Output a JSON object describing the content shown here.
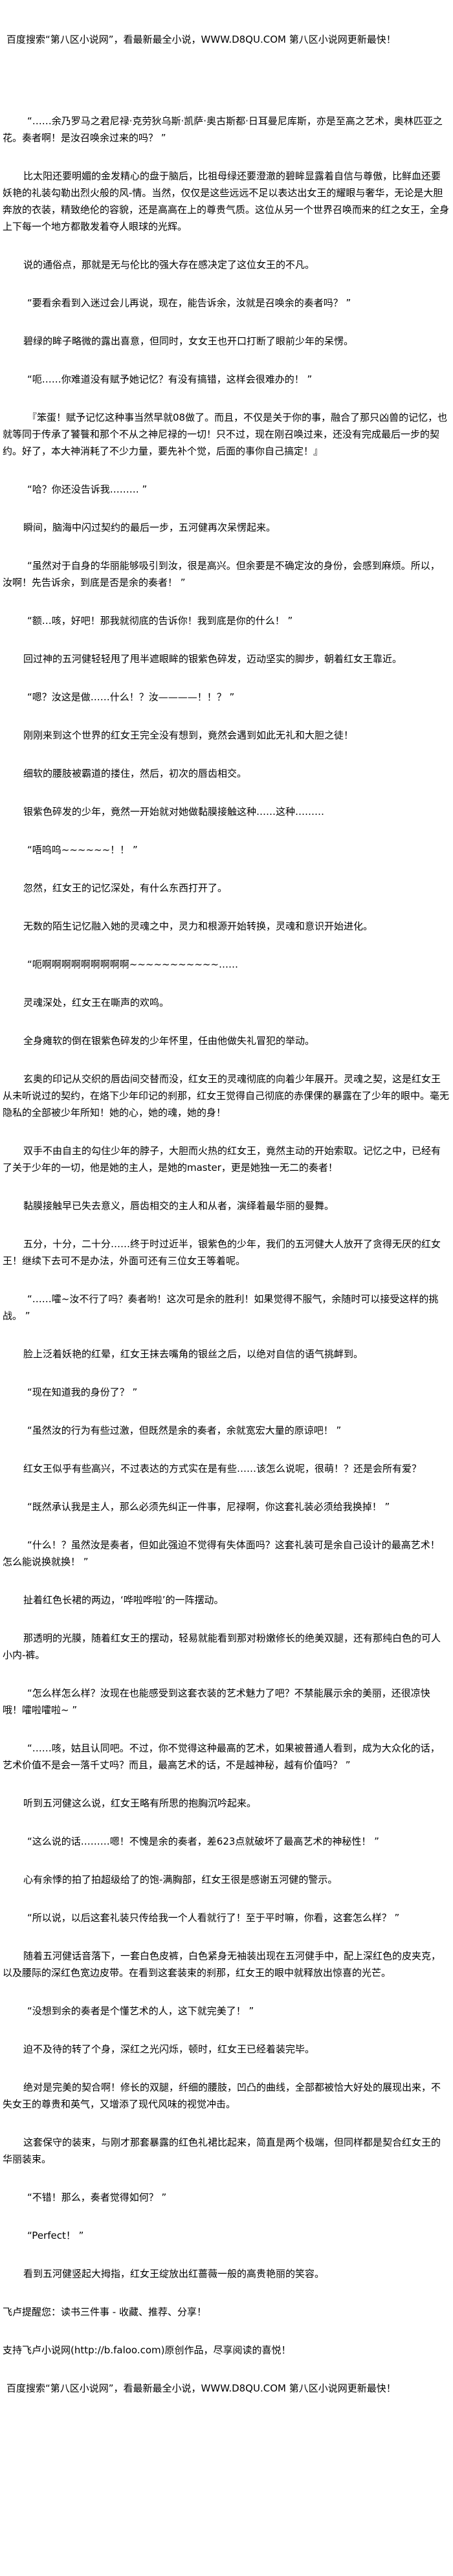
{
  "header": {
    "banner": "百度搜索“第八区小说网”，看最新最全小说，WWW.D8QU.COM   第八区小说网更新最快！"
  },
  "paragraphs": [
    "“……余乃罗马之君尼禄·克劳狄乌斯·凯萨·奥古斯都·日耳曼尼库斯，亦是至高之艺术，奥林匹亚之花。奏者啊！是汝召唤余过来的吗？ ”",
    "比太阳还要明媚的金发精心的盘于脑后，比祖母绿还要澄澈的碧眸显露着自信与尊傲，比鲜血还要妖艳的礼装勾勒出烈火般的风-情。当然，仅仅是这些远远不足以表达出女王的耀眼与奢华，无论是大胆奔放的衣装，精致绝伦的容貌，还是高高在上的尊贵气质。这位从另一个世界召唤而来的红之女王，全身上下每一个地方都散发着夺人眼球的光辉。",
    "说的通俗点，那就是无与伦比的强大存在感决定了这位女王的不凡。",
    "“要看余看到入迷过会儿再说，现在，能告诉余，汝就是召唤余的奏者吗？ ”",
    "碧绿的眸子略微的露出喜意，但同时，女女王也开口打断了眼前少年的呆愣。",
    "“呃……你难道没有赋予她记忆？有没有搞错，这样会很难办的！ ”",
    "『笨蛋！赋予记忆这种事当然早就08做了。而且，不仅是关于你的事，融合了那只凶兽的记忆，也就等同于传承了饕餮和那个不从之神尼禄的一切！只不过，现在刚召唤过来，还没有完成最后一步的契约。好了，本大神消耗了不少力量，要先补个觉，后面的事你自己搞定！』",
    "“哈？你还没告诉我……… ”",
    "瞬间，脑海中闪过契约的最后一步，五河健再次呆愣起来。",
    "“虽然对于自身的华丽能够吸引到汝，很是高兴。但余要是不确定汝的身份，会感到麻烦。所以，汝啊！先告诉余，到底是否是余的奏者！ ”",
    "“额…咳，好吧！那我就彻底的告诉你！我到底是你的什么！ ”",
    "回过神的五河健轻轻甩了甩半遮眼眸的银紫色碎发，迈动坚实的脚步，朝着红女王靠近。",
    "“嗯？汝这是做……什么！？汝————！！？ ”",
    "刚刚来到这个世界的红女王完全没有想到，竟然会遇到如此无礼和大胆之徒！",
    "细软的腰肢被霸道的搂住，然后，初次的唇齿相交。",
    "银紫色碎发的少年，竟然一开始就对她做黏膜接触这种……这种………",
    "“唔呜呜~~~~~~！！ ”",
    "忽然，红女王的记忆深处，有什么东西打开了。",
    "无数的陌生记忆融入她的灵魂之中，灵力和根源开始转换，灵魂和意识开始进化。",
    "“呃啊啊啊啊啊啊啊啊啊~~~~~~~~~~~……",
    "灵魂深处，红女王在嘶声的欢鸣。",
    "全身瘫软的倒在银紫色碎发的少年怀里，任由他做失礼冒犯的举动。",
    "玄奥的印记从交织的唇齿间交替而没，红女王的灵魂彻底的向着少年展开。灵魂之契，这是红女王从未听说过的契约，在烙下少年印记的刹那，红女王觉得自己彻底的赤倮倮的暴露在了少年的眼中。毫无隐私的全部被少年所知！她的心，她的魂，她的身！",
    "双手不由自主的勾住少年的脖子，大胆而火热的红女王，竟然主动的开始索取。记忆之中，已经有了关于少年的一切，他是她的主人，是她的master，更是她独一无二的奏者！",
    "黏膜接触早已失去意义，唇齿相交的主人和从者，演绎着最华丽的曼舞。",
    "五分，十分，二十分……终于时过近半，银紫色的少年，我们的五河健大人放开了贪得无厌的红女王！继续下去可不是办法，外面可还有三位女王等着呢。",
    "“……嚯~汝不行了吗？奏者哟！这次可是余的胜利！如果觉得不服气，余随时可以接受这样的挑战。 ”",
    "脸上泛着妖艳的红晕，红女王抹去嘴角的银丝之后，以绝对自信的语气挑衅到。",
    "“现在知道我的身份了？ ”",
    "“虽然汝的行为有些过激，但既然是余的奏者，余就宽宏大量的原谅吧！ ”",
    "红女王似乎有些高兴，不过表达的方式实在是有些……该怎么说呢，很萌！？还是会所有爱？",
    "“既然承认我是主人，那么必须先纠正一件事，尼禄啊，你这套礼装必须给我换掉！ ”",
    "“什么！？虽然汝是奏者，但如此强迫不觉得有失体面吗？这套礼装可是余自己设计的最高艺术！怎么能说换就换！ ”",
    "扯着红色长裙的两边，‘哗啦哗啦’的一阵摆动。",
    "那透明的光膜，随着红女王的摆动，轻易就能看到那对粉嫩修长的绝美双腿，还有那纯白色的可人小内-裤。",
    "“怎么样怎么样？汝现在也能感受到这套衣装的艺术魅力了吧？不禁能展示余的美丽，还很凉快哦！嚯啦嚯啦~ ”",
    "“……咳，姑且认同吧。不过，你不觉得这种最高的艺术，如果被普通人看到，成为大众化的话，艺术价值不是会一落千丈吗？而且，最高艺术的话，不是越神秘，越有价值吗？ ”",
    "听到五河健这么说，红女王略有所思的抱胸沉吟起来。",
    "“这么说的话………嗯！不愧是余的奏者，差623点就破坏了最高艺术的神秘性！ ”",
    "心有余悸的拍了拍超级给了的饱-满胸部，红女王很是感谢五河健的警示。",
    "“所以说，以后这套礼装只传给我一个人看就行了！至于平时嘛，你看，这套怎么样？ ”",
    "随着五河健话音落下，一套白色皮裤，白色紧身无袖装出现在五河健手中，配上深红色的皮夹克，以及腰际的深红色宽边皮带。在看到这套装束的刹那，红女王的眼中就释放出惊喜的光芒。",
    "“没想到余的奏者是个懂艺术的人，这下就完美了！ ”",
    "迫不及待的转了个身，深红之光闪烁，顿时，红女王已经着装完毕。",
    "绝对是完美的契合啊！修长的双腿，纤细的腰肢，凹凸的曲线，全部都被恰大好处的展现出来，不失女王的尊贵和英气，又增添了现代风味的视觉冲击。",
    "这套保守的装束，与刚才那套暴露的红色礼裙比起来，简直是两个极端，但同样都是契合红女王的华丽装束。",
    "“不错！那么，奏者觉得如何？ ”",
    "“Perfect！ ”",
    "看到五河健竖起大拇指，红女王绽放出红蔷薇一般的高贵艳丽的笑容。"
  ],
  "footer": {
    "reminder": "飞卢提醒您：读书三件事 - 收藏、推荐、分享！",
    "support": "支持飞卢小说网(http://b.faloo.com)原创作品，尽享阅读的喜悦！",
    "banner": "百度搜索“第八区小说网”，看最新最全小说，WWW.D8QU.COM   第八区小说网更新最快！"
  }
}
